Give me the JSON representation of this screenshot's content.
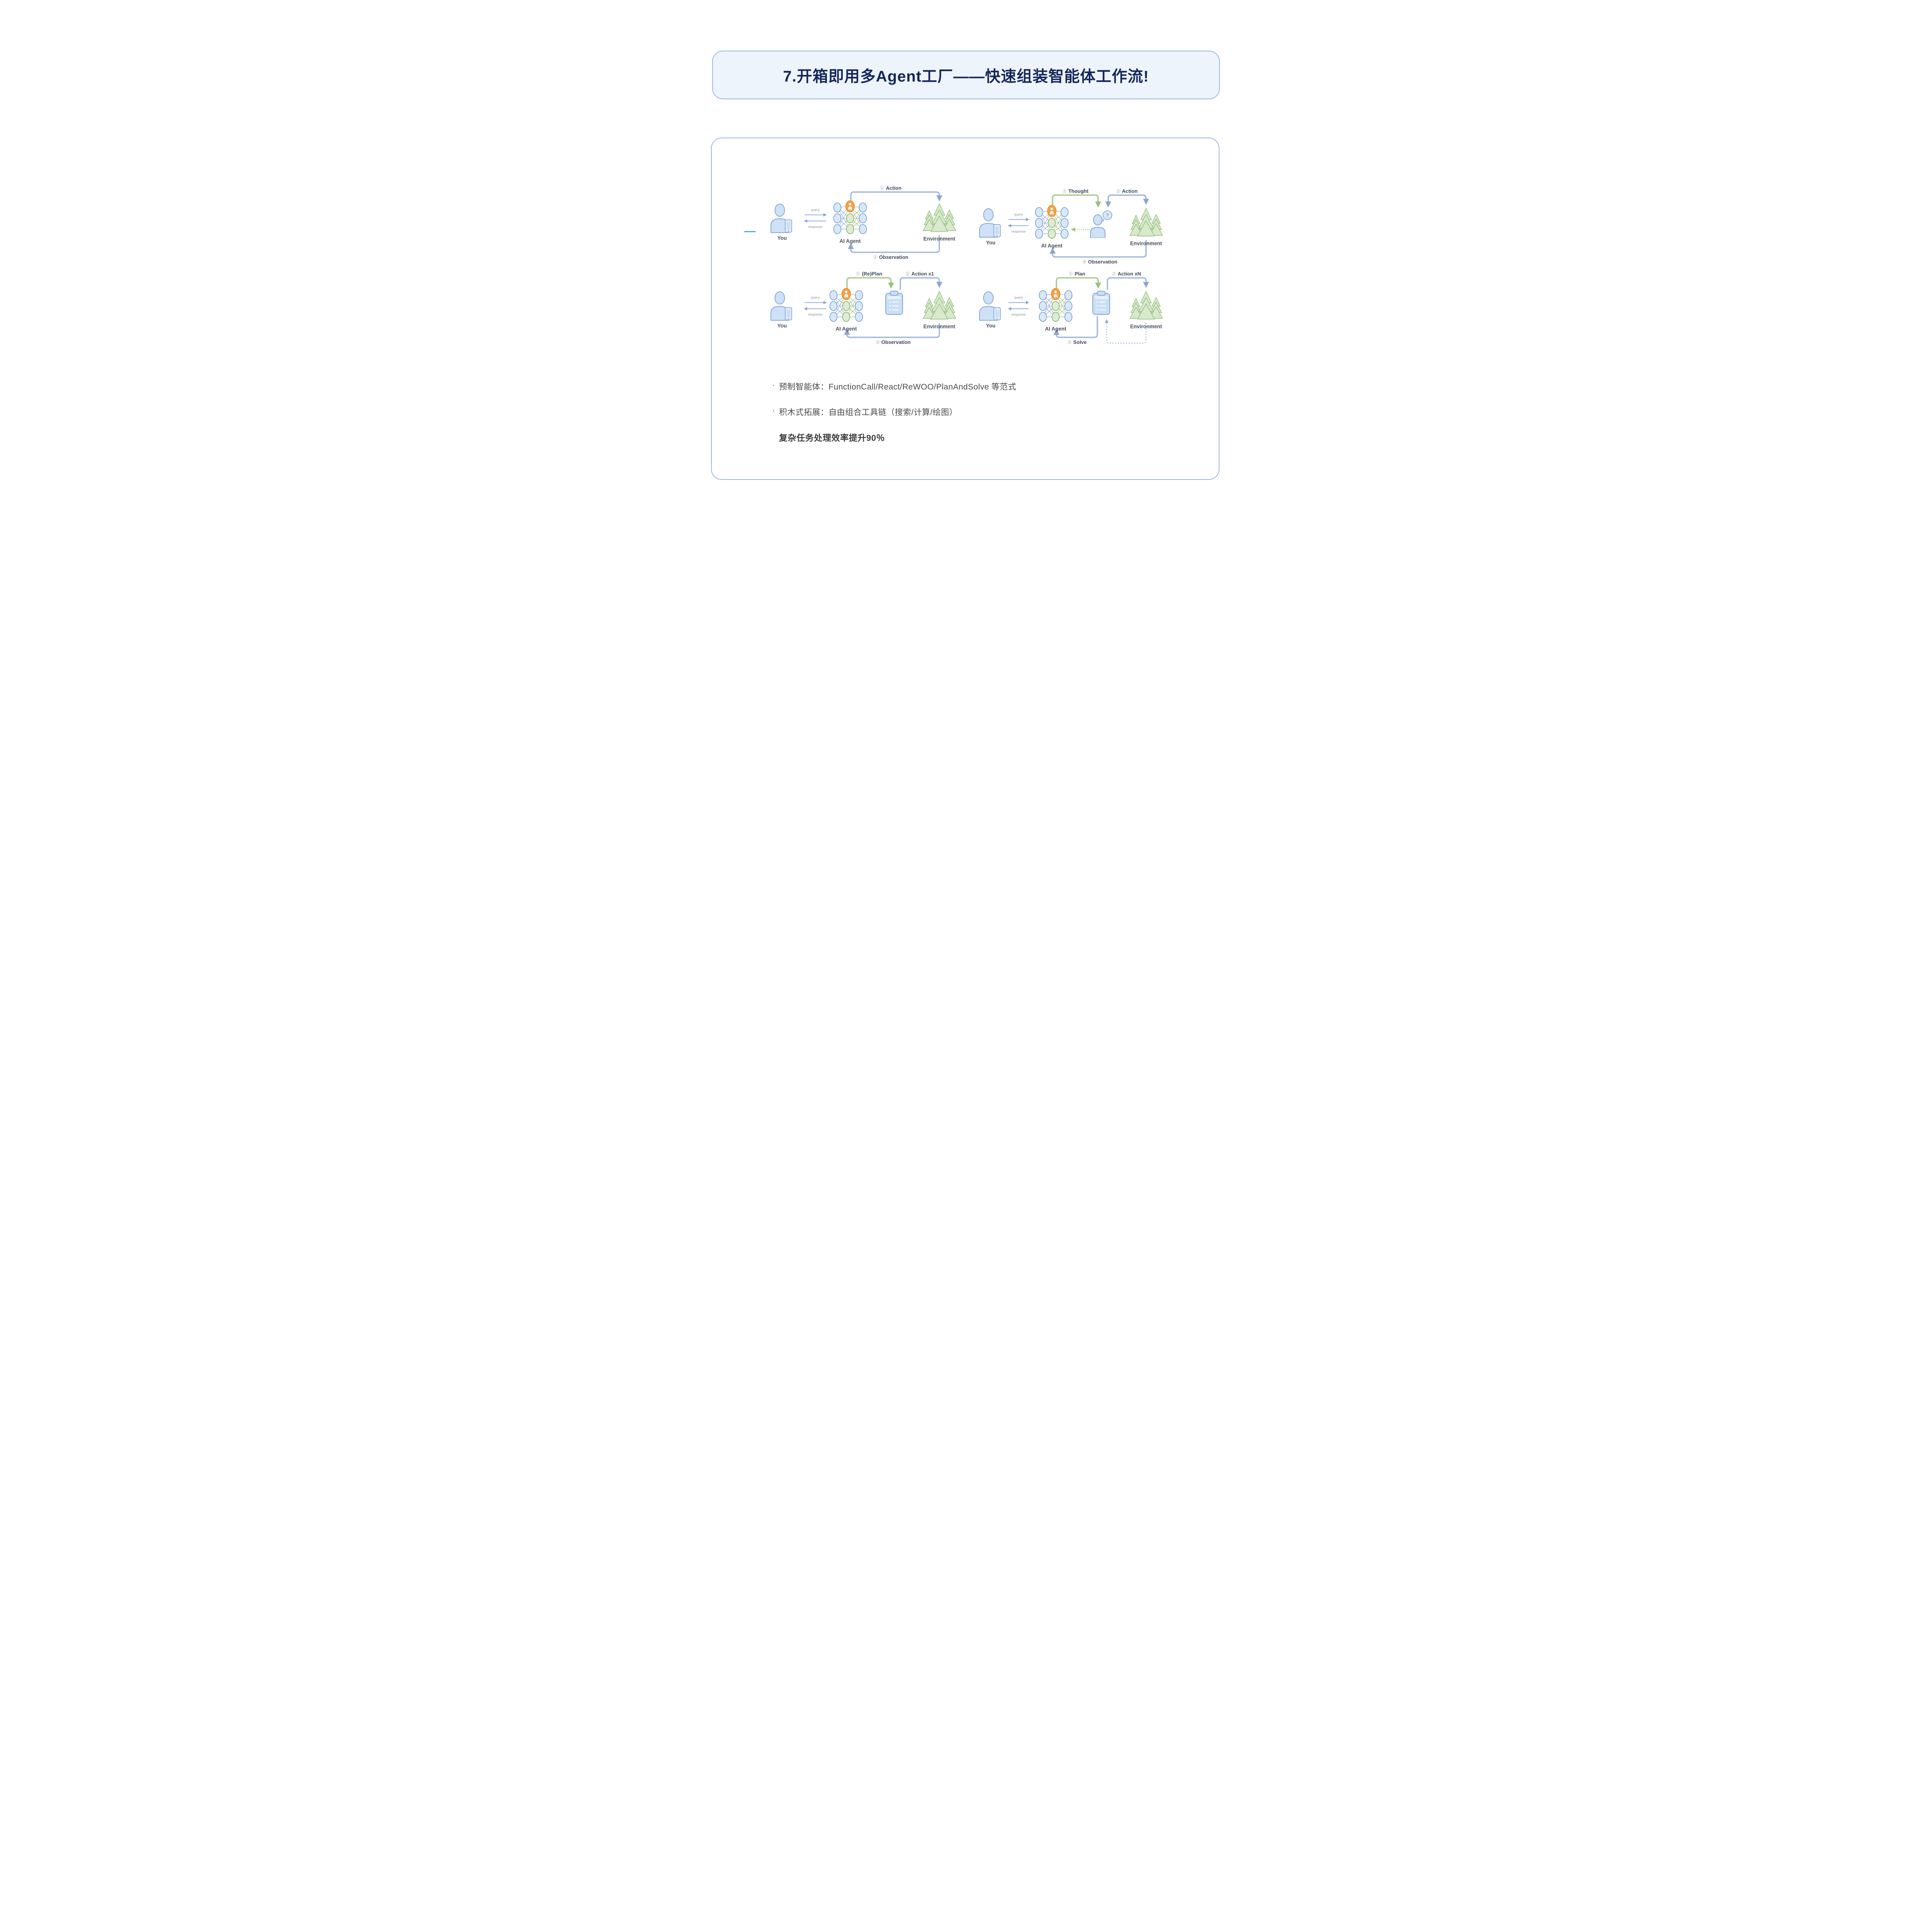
{
  "colors": {
    "accent_blue": "#4da6ea",
    "card_border": "#9cb6e6",
    "title_color": "#14265a",
    "arrow_blue": "#a3b9dc",
    "arrow_green": "#abc98f",
    "agent_orange": "#f6a04a",
    "env_green": "#d9e9cc"
  },
  "title_card": {
    "title": "7.开箱即用多Agent工厂——快速组装智能体工作流!"
  },
  "diagrams": [
    {
      "name": "function-call",
      "you": "You",
      "agent": "AI Agent",
      "environment": "Environment",
      "query": "query",
      "response": "response",
      "steps": [
        {
          "num": "①",
          "label": "Action"
        },
        {
          "num": "②",
          "label": "Observation"
        }
      ]
    },
    {
      "name": "react",
      "you": "You",
      "agent": "AI Agent",
      "environment": "Environment",
      "query": "query",
      "response": "response",
      "thought_mark": "?",
      "steps": [
        {
          "num": "①",
          "label": "Thought"
        },
        {
          "num": "②",
          "label": "Action"
        },
        {
          "num": "③",
          "label": "Observation"
        }
      ]
    },
    {
      "name": "plan-and-solve",
      "you": "You",
      "agent": "AI Agent",
      "environment": "Environment",
      "query": "query",
      "response": "response",
      "steps": [
        {
          "num": "①",
          "label": "(Re)Plan"
        },
        {
          "num": "②",
          "label": "Action x1"
        },
        {
          "num": "③",
          "label": "Observation"
        }
      ]
    },
    {
      "name": "rewoo",
      "you": "You",
      "agent": "AI Agent",
      "environment": "Environment",
      "query": "query",
      "response": "response",
      "steps": [
        {
          "num": "①",
          "label": "Plan"
        },
        {
          "num": "②",
          "label": "Action xN"
        },
        {
          "num": "③",
          "label": "Solve"
        }
      ]
    }
  ],
  "bullets": [
    {
      "marker": "·",
      "text": "预制智能体：FunctionCall/React/ReWOO/PlanAndSolve 等范式"
    },
    {
      "marker": "·",
      "text": "积木式拓展：自由组合工具链（搜索/计算/绘图）"
    }
  ],
  "highlight": "复杂任务处理效率提升90％"
}
